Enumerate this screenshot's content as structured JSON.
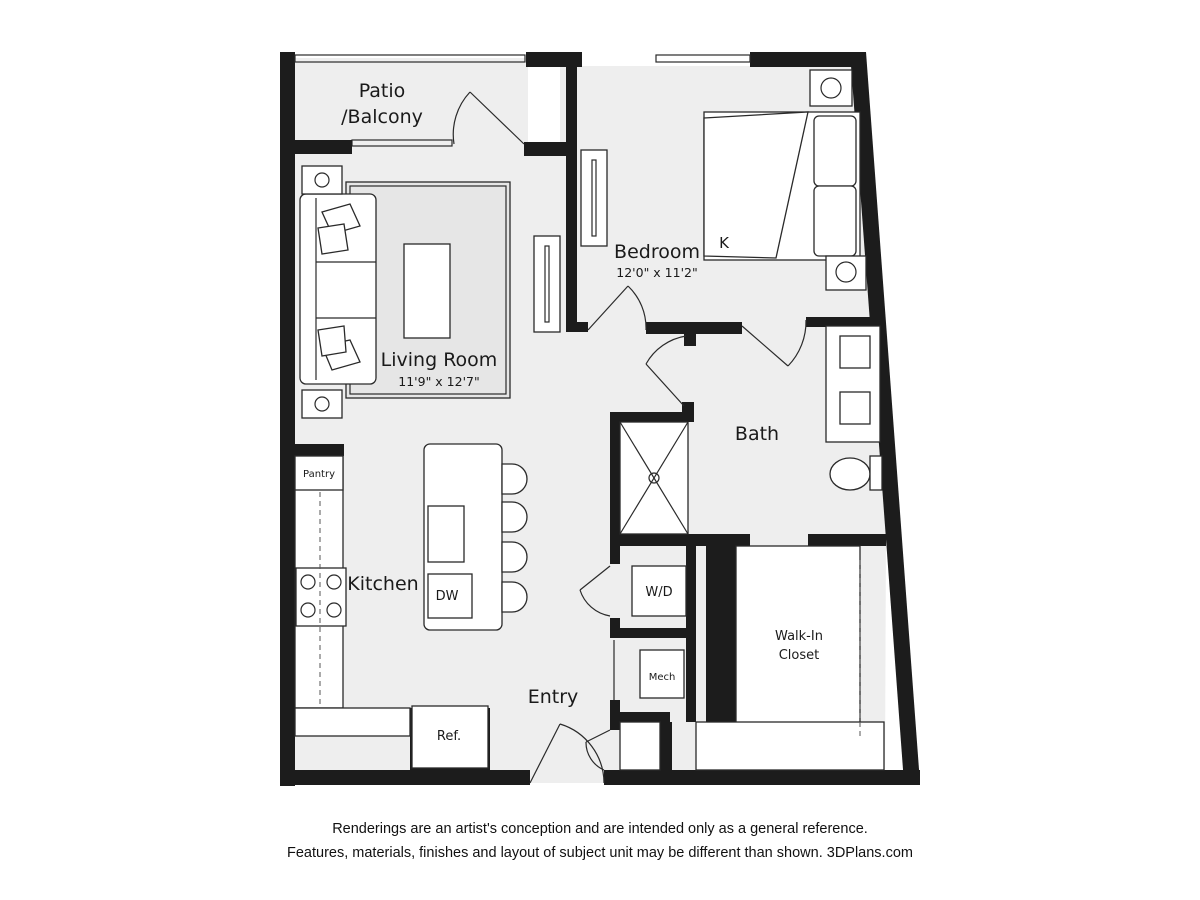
{
  "rooms": {
    "patio_line1": "Patio",
    "patio_line2": "/Balcony",
    "living_room": "Living Room",
    "living_room_dims": "11'9\" x 12'7\"",
    "bedroom": "Bedroom",
    "bedroom_dims": "12'0\" x 11'2\"",
    "bed_size": "K",
    "bath": "Bath",
    "kitchen": "Kitchen",
    "pantry": "Pantry",
    "dishwasher": "DW",
    "washer_dryer": "W/D",
    "mech": "Mech",
    "refrigerator": "Ref.",
    "entry": "Entry",
    "walk_in_closet_line1": "Walk-In",
    "walk_in_closet_line2": "Closet"
  },
  "disclaimer": {
    "line1": "Renderings are an artist's conception and are intended only as a general reference.",
    "line2": "Features, materials, finishes and layout of subject unit may be different than shown. 3DPlans.com"
  }
}
